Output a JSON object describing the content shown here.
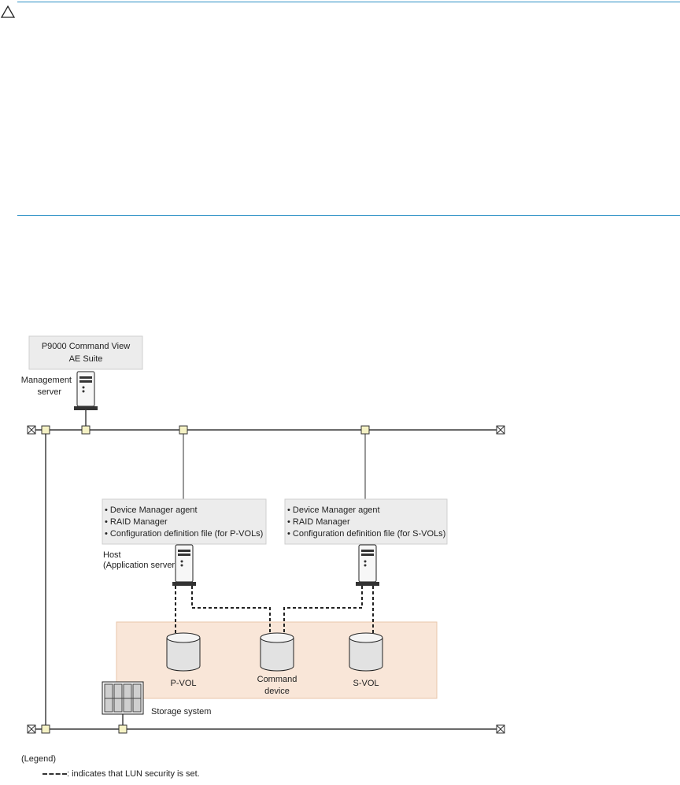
{
  "caution": {
    "icon": "caution-triangle-icon"
  },
  "diagram": {
    "management_box": [
      "P9000 Command View",
      "AE Suite"
    ],
    "management_server_label": [
      "Management",
      "server"
    ],
    "host_left_box": [
      "Device Manager agent",
      "RAID Manager",
      "Configuration definition file (for P-VOLs)"
    ],
    "host_right_box": [
      "Device Manager agent",
      "RAID Manager",
      "Configuration definition file (for S-VOLs)"
    ],
    "host_label": [
      "Host",
      "(Application server)"
    ],
    "pvol_label": "P-VOL",
    "command_device_label": [
      "Command",
      "device"
    ],
    "svol_label": "S-VOL",
    "storage_system_label": "Storage system"
  },
  "legend": {
    "title": "(Legend)",
    "dashed_desc": ": indicates that LUN security is set."
  },
  "colors": {
    "rule": "#2b8fc5",
    "box_fill": "#ececec",
    "storage_area": "#f9e6d8",
    "node_fill": "#f5f2c4"
  }
}
